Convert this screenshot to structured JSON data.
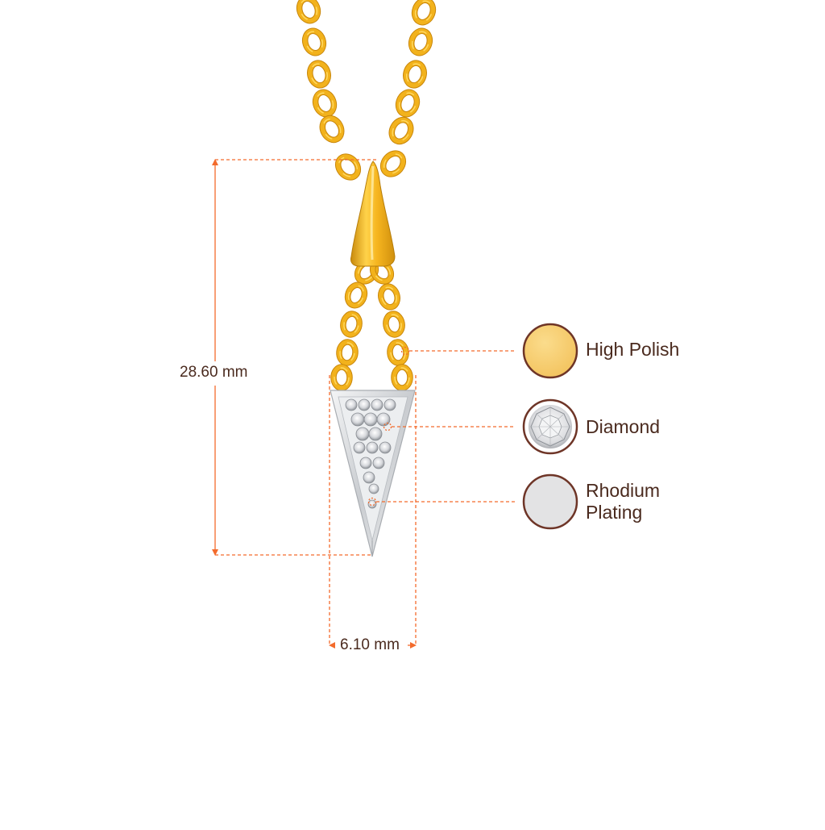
{
  "dimensions": {
    "height_label": "28.60 mm",
    "width_label": "6.10 mm"
  },
  "legend": {
    "items": [
      {
        "id": "high-polish",
        "lines": [
          "High Polish"
        ],
        "swatch_color": "#f7cf72"
      },
      {
        "id": "diamond",
        "lines": [
          "Diamond"
        ],
        "swatch_color": "#e9eaec"
      },
      {
        "id": "rhodium",
        "lines": [
          "Rhodium",
          "Plating"
        ],
        "swatch_color": "#e3e3e4"
      }
    ],
    "ring_color": "#6e3527"
  },
  "colors": {
    "gold": "#f2b21c",
    "gold_dark": "#c8860a",
    "gold_light": "#ffd860",
    "silver": "#e4e6e9",
    "annotation": "#f36b2c",
    "text": "#4a2a1e"
  }
}
